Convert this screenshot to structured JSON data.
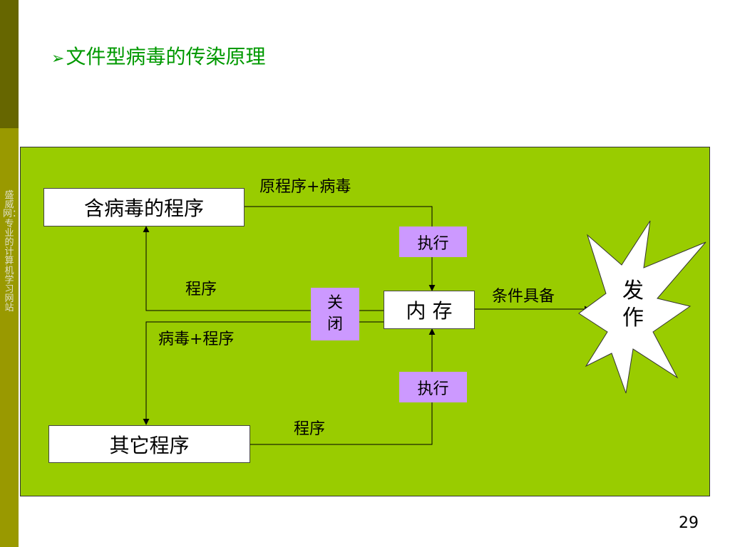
{
  "watermark": "盛威网：专业的计算机学习网站",
  "title": {
    "bullet": "➢",
    "text": "文件型病毒的传染原理"
  },
  "diagram": {
    "box_infected": "含病毒的程序",
    "box_other": "其它程序",
    "box_memory": "内 存",
    "close_line1": "关",
    "close_line2": "闭",
    "exec_top": "执行",
    "exec_bottom": "执行",
    "label_top": "原程序+病毒",
    "label_program_left": "程序",
    "label_virus_program": "病毒+程序",
    "label_program_bottom": "程序",
    "label_condition": "条件具备",
    "burst_line1": "发",
    "burst_line2": "作"
  },
  "page_number": "29",
  "colors": {
    "panel": "#99cc00",
    "sidebar_dark": "#666600",
    "sidebar": "#999900",
    "title": "#009900",
    "purple": "#cc99ff"
  }
}
